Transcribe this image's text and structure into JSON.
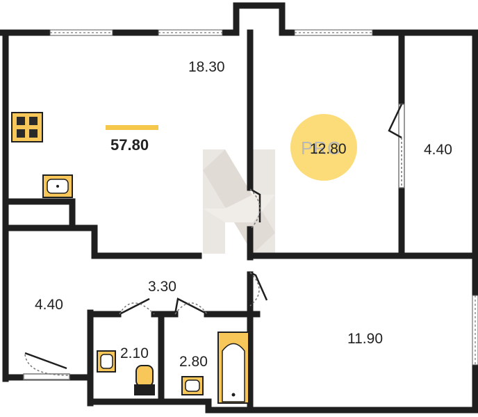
{
  "plan": {
    "total_area": "57.80",
    "badge": "PRO",
    "rooms": {
      "living": "18.30",
      "bedroom": "12.80",
      "loggia": "4.40",
      "entry": "4.40",
      "hall": "3.30",
      "toilet": "2.10",
      "bath": "2.80",
      "room": "11.90"
    }
  },
  "colors": {
    "wall": "#1f1f1f",
    "accent": "#f5c84c",
    "fixture_fill": "#f7c75a",
    "badge": "#fbd86a"
  },
  "icons": [
    "stove-icon",
    "kitchen-sink-icon",
    "washbasin-icon",
    "toilet-icon",
    "bathtub-icon",
    "door-swing-icon",
    "watermark-logo-icon"
  ]
}
